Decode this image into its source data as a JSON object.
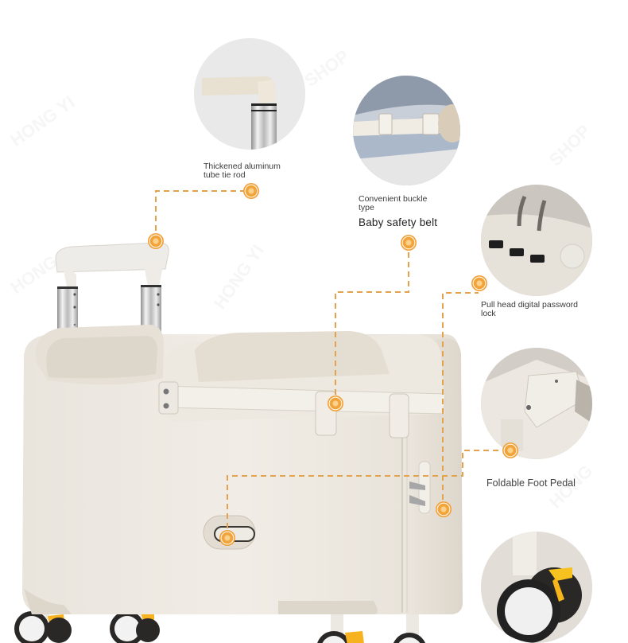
{
  "product": {
    "subject": "children's ride-on suitcase, cream white, with aluminum trolley handle and yellow-brake spinner wheels",
    "body_color": "#efeae2",
    "accent_color": "#f2a33a",
    "wheel_brake_color": "#f7b21f"
  },
  "callouts": [
    {
      "id": "tie-rod",
      "lines": [
        "Thickened aluminum",
        "tube tie rod"
      ],
      "photo": "aluminum trolley handle close-up"
    },
    {
      "id": "safety-belt",
      "caption": "Convenient buckle type",
      "caption_lines": [
        "Convenient buckle",
        "type"
      ],
      "title": "Baby safety belt",
      "photo": "safety belt buckle on child's jeans"
    },
    {
      "id": "password-lock",
      "lines": [
        "Pull head digital password",
        "lock"
      ],
      "photo": "zipper pulls and 3-digit combination lock"
    },
    {
      "id": "foot-pedal",
      "lines": [
        "Foldable Foot Pedal"
      ],
      "photo": "foldable foot pedal hinge"
    },
    {
      "id": "wheel",
      "lines": [],
      "photo": "spinner wheel with yellow brake"
    }
  ],
  "watermark": "HONG YI SHOP"
}
